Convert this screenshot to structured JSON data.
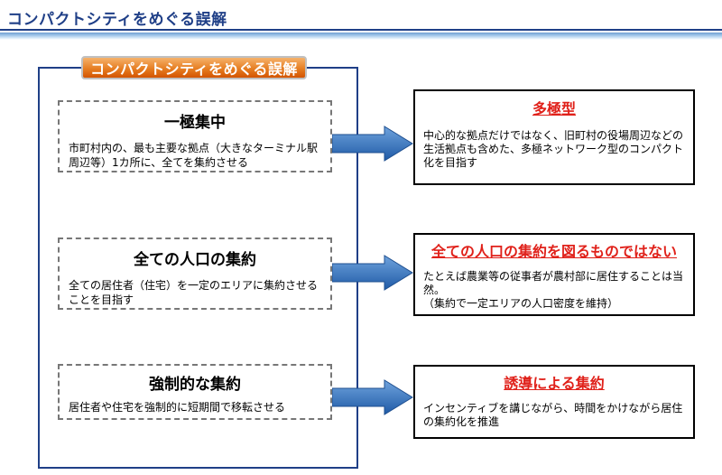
{
  "page": {
    "title": "コンパクトシティをめぐる誤解"
  },
  "frame": {
    "label": "コンパクトシティをめぐる誤解"
  },
  "misconceptions": [
    {
      "title": "一極集中",
      "text": "市町村内の、最も主要な拠点（大きなターミナル駅周辺等）1カ所に、全てを集約させる"
    },
    {
      "title": "全ての人口の集約",
      "text": "全ての居住者（住宅）を一定のエリアに集約させることを目指す"
    },
    {
      "title": "強制的な集約",
      "text": "居住者や住宅を強制的に短期間で移転させる"
    }
  ],
  "corrections": [
    {
      "title": "多極型",
      "text": "中心的な拠点だけではなく、旧町村の役場周辺などの生活拠点も含めた、多極ネットワーク型のコンパクト化を目指す"
    },
    {
      "title": "全ての人口の集約を図るものではない",
      "text": "たとえば農業等の従事者が農村部に居住することは当然。\n（集約で一定エリアの人口密度を維持）"
    },
    {
      "title": "誘導による集約",
      "text": "インセンティブを講じながら、時間をかけながら居住の集約化を推進"
    }
  ],
  "colors": {
    "title_blue": "#1f3f87",
    "label_orange": "#e67e22",
    "arrow_blue": "#2e6db4",
    "correction_red": "#e0211a"
  }
}
